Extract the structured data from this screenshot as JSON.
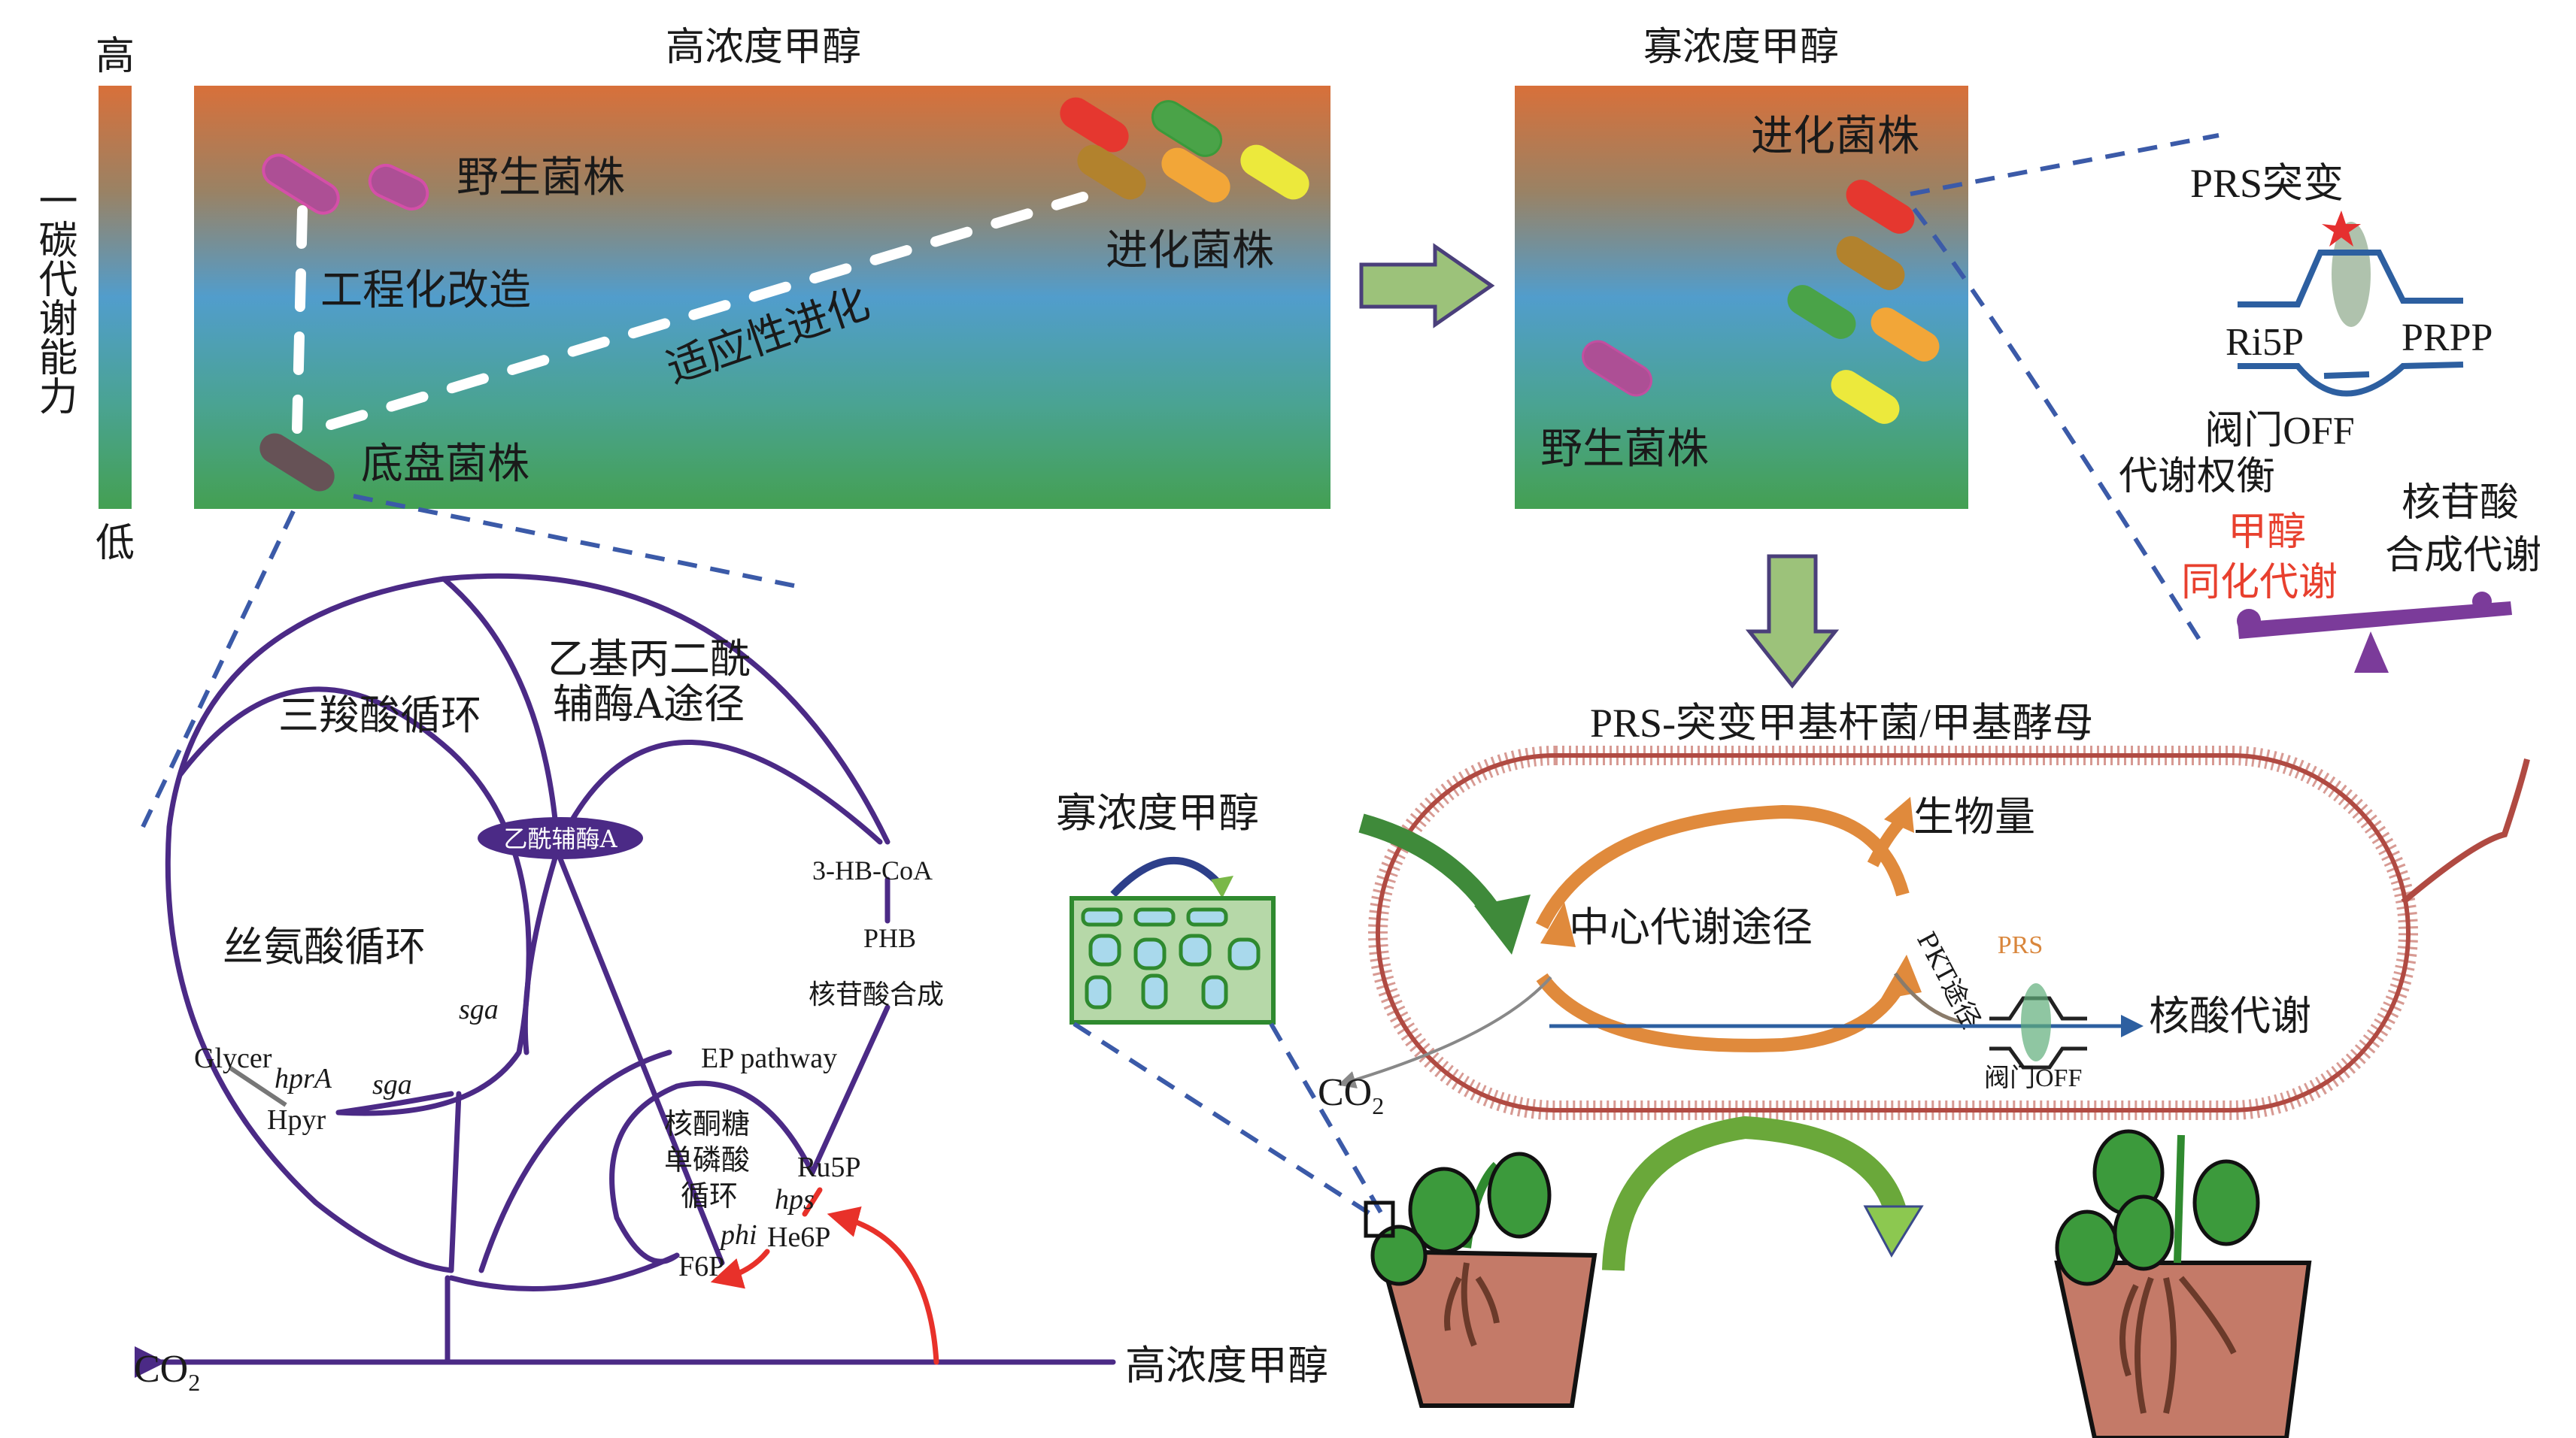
{
  "figure": {
    "axis_bar": {
      "high_label": "高",
      "low_label": "低",
      "title": "一碳代谢能力"
    },
    "panel_high": {
      "title": "高浓度甲醇",
      "wild_strain": "野生菌株",
      "engineering": "工程化改造",
      "adaptive_evolution": "适应性进化",
      "evolved_strain": "进化菌株",
      "chassis_strain": "底盘菌株"
    },
    "panel_low": {
      "title": "寡浓度甲醇",
      "evolved_strain": "进化菌株",
      "wild_strain": "野生菌株"
    },
    "prs_inset": {
      "title": "PRS突变",
      "substrate": "Ri5P",
      "product": "PRPP",
      "valve": "阀门OFF",
      "tradeoff": "代谢权衡",
      "left_weight_line1": "甲醇",
      "left_weight_line2": "同化代谢",
      "right_weight_line1": "核苷酸",
      "right_weight_line2": "合成代谢",
      "accent_color": "#e8402e"
    },
    "pathway": {
      "tca_cycle": "三羧酸循环",
      "emc_pathway_line1": "乙基丙二酰",
      "emc_pathway_line2": "辅酶A途径",
      "acetyl_coa": "乙酰辅酶A",
      "serine_cycle": "丝氨酸循环",
      "hb_coa": "3-HB-CoA",
      "phb": "PHB",
      "nucleotide_synthesis": "核苷酸合成",
      "ep_pathway": "EP pathway",
      "glycer": "Glycer",
      "hpra": "hprA",
      "hpyr": "Hpyr",
      "sga_1": "sga",
      "sga_2": "sga",
      "rump_line1": "核酮糖",
      "rump_line2": "单磷酸",
      "rump_line3": "循环",
      "ru5p": "Ru5P",
      "hps": "hps",
      "phi": "phi",
      "he6p": "He6P",
      "f6p": "F6P",
      "co2_base": "CO",
      "co2_sub": "2",
      "methanol_high": "高浓度甲醇",
      "line_color": "#4b2a86",
      "rump_color": "#e8312a"
    },
    "cell": {
      "title": "PRS-突变甲基杆菌/甲基酵母",
      "leaf_label": "寡浓度甲醇",
      "central_metabolism": "中心代谢途径",
      "biomass": "生物量",
      "pkt_pathway": "PKT途径",
      "prs_label": "PRS",
      "nucleic_acid_metabolism": "核酸代谢",
      "valve": "阀门OFF",
      "co2_base": "CO",
      "co2_sub": "2",
      "prs_color": "#d9863c"
    }
  }
}
